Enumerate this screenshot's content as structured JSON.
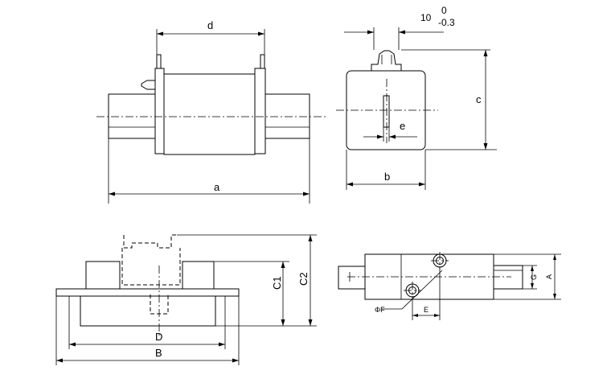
{
  "top_left_view": {
    "dim_width": "d",
    "dim_overall": "a"
  },
  "top_right_view": {
    "dim_blade": "10",
    "tolerance_upper": "0",
    "tolerance_lower": "-0.3",
    "dim_height": "c",
    "dim_width": "b",
    "dim_slot": "e"
  },
  "bottom_left_view": {
    "dim_height_1": "C1",
    "dim_height_2": "C2",
    "dim_inner_width": "D",
    "dim_outer_width": "B"
  },
  "bottom_right_view": {
    "dim_hole": "ΦF",
    "dim_offset": "E",
    "dim_blade_height": "G",
    "dim_total_height": "A"
  }
}
